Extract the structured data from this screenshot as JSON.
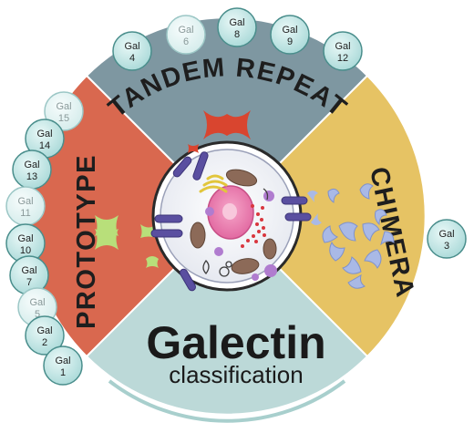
{
  "title": {
    "main": "Galectin",
    "sub": "classification"
  },
  "segments": {
    "tandem": "TANDEM REPEAT",
    "prototype": "PROTOTYPE",
    "chimera": "CHIMERA"
  },
  "colors": {
    "tandem": "#7e97a1",
    "prototype": "#d9684f",
    "chimera": "#e6c364",
    "bottom": "#bcd9d8",
    "bubble": "#c6e9e8",
    "bubble_faded": "#e3f3f3",
    "cell_receptor": "#5a4fa0"
  },
  "tandem_galectins": [
    {
      "line1": "Gal",
      "line2": "4",
      "faded": false
    },
    {
      "line1": "Gal",
      "line2": "6",
      "faded": true
    },
    {
      "line1": "Gal",
      "line2": "8",
      "faded": false
    },
    {
      "line1": "Gal",
      "line2": "9",
      "faded": false
    },
    {
      "line1": "Gal",
      "line2": "12",
      "faded": false
    }
  ],
  "prototype_galectins": [
    {
      "line1": "Gal",
      "line2": "15",
      "faded": true
    },
    {
      "line1": "Gal",
      "line2": "14",
      "faded": false
    },
    {
      "line1": "Gal",
      "line2": "13",
      "faded": false
    },
    {
      "line1": "Gal",
      "line2": "11",
      "faded": true
    },
    {
      "line1": "Gal",
      "line2": "10",
      "faded": false
    },
    {
      "line1": "Gal",
      "line2": "7",
      "faded": false
    },
    {
      "line1": "Gal",
      "line2": "5",
      "faded": true
    },
    {
      "line1": "Gal",
      "line2": "2",
      "faded": false
    },
    {
      "line1": "Gal",
      "line2": "1",
      "faded": false
    }
  ],
  "chimera_galectins": [
    {
      "line1": "Gal",
      "line2": "3",
      "faded": false
    }
  ]
}
